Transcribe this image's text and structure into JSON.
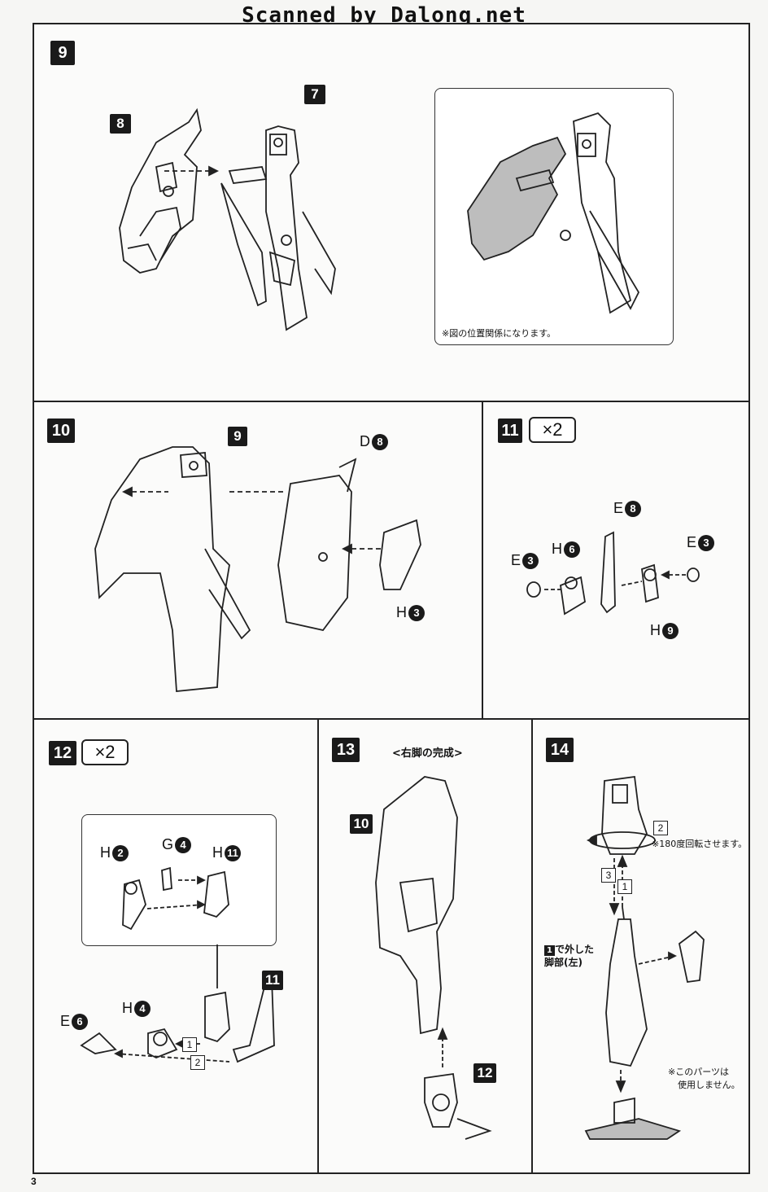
{
  "watermark": "Scanned by Dalong.net",
  "page_number": "3",
  "steps": {
    "s9": {
      "number": "9",
      "parts": {
        "a": "8",
        "b": "7"
      },
      "inset_note": "※図の位置関係になります。"
    },
    "s10": {
      "number": "10",
      "sub": "9",
      "label_d": {
        "letter": "D",
        "num": "8"
      },
      "label_h": {
        "letter": "H",
        "num": "3"
      }
    },
    "s11": {
      "number": "11",
      "multiplier": "×2",
      "labels": {
        "e8": {
          "letter": "E",
          "num": "8"
        },
        "e3a": {
          "letter": "E",
          "num": "3"
        },
        "h6": {
          "letter": "H",
          "num": "6"
        },
        "e3b": {
          "letter": "E",
          "num": "3"
        },
        "h9": {
          "letter": "H",
          "num": "9"
        }
      }
    },
    "s12": {
      "number": "12",
      "multiplier": "×2",
      "labels": {
        "h2": {
          "letter": "H",
          "num": "2"
        },
        "g4": {
          "letter": "G",
          "num": "4"
        },
        "h11": {
          "letter": "H",
          "num": "11"
        },
        "e6": {
          "letter": "E",
          "num": "6"
        },
        "h4": {
          "letter": "H",
          "num": "4"
        }
      },
      "sub": "11",
      "seq1": "1",
      "seq2": "2"
    },
    "s13": {
      "number": "13",
      "title": "<右脚の完成>",
      "sub_top": "10",
      "sub_bottom": "12"
    },
    "s14": {
      "number": "14",
      "seq2": "2",
      "seq3": "3",
      "seq1": "1",
      "rotate_note": "※180度回転させます。",
      "leg_badge": "1",
      "leg_note_line1": "で外した",
      "leg_note_line2": "脚部(左)",
      "unused_line1": "※このパーツは",
      "unused_line2": "使用しません。"
    }
  }
}
